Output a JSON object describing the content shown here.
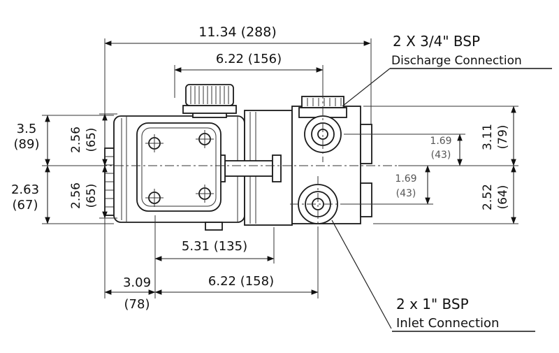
{
  "dims": {
    "top_overall": "11.34 (288)",
    "top_inner": "6.22 (156)",
    "left_upper_in": "3.5",
    "left_upper_mm": "(89)",
    "left_inner_upper_in": "2.56",
    "left_inner_upper_mm": "(65)",
    "left_inner_lower_in": "2.56",
    "left_inner_lower_mm": "(65)",
    "left_lower_in": "2.63",
    "left_lower_mm": "(67)",
    "right_inner_upper_in": "1.69",
    "right_inner_upper_mm": "(43)",
    "right_inner_lower_in": "1.69",
    "right_inner_lower_mm": "(43)",
    "right_upper_in": "3.11",
    "right_upper_mm": "(79)",
    "right_lower_in": "2.52",
    "right_lower_mm": "(64)",
    "bottom_inner": "5.31 (135)",
    "bottom_left_in": "3.09",
    "bottom_left_mm": "(78)",
    "bottom_outer": "6.22 (158)"
  },
  "callouts": {
    "discharge_size": "2 X 3/4\" BSP",
    "discharge_name": "Discharge Connection",
    "inlet_size": "2 x 1\" BSP",
    "inlet_name": "Inlet Connection"
  },
  "colors": {
    "object_line": "#1a1a1a",
    "dimension_line": "#222222",
    "muted_text": "#555555",
    "background": "#ffffff"
  }
}
